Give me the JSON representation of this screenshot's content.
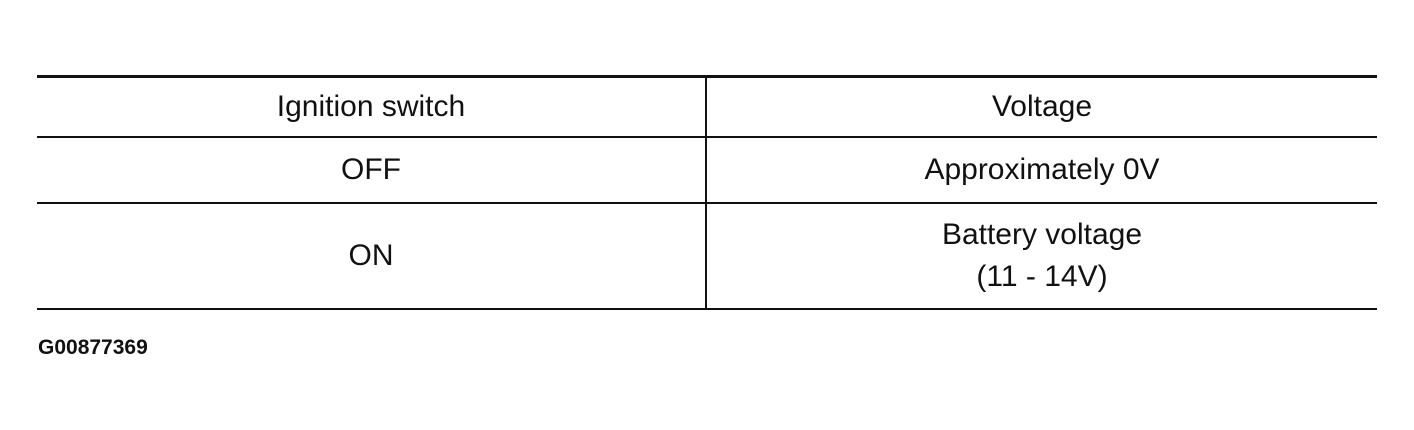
{
  "table": {
    "headers": [
      "Ignition switch",
      "Voltage"
    ],
    "rows": [
      {
        "switch": "OFF",
        "voltage": [
          "Approximately 0V"
        ]
      },
      {
        "switch": "ON",
        "voltage": [
          "Battery voltage",
          "(11 - 14V)"
        ]
      }
    ]
  },
  "figure_id": "G00877369"
}
